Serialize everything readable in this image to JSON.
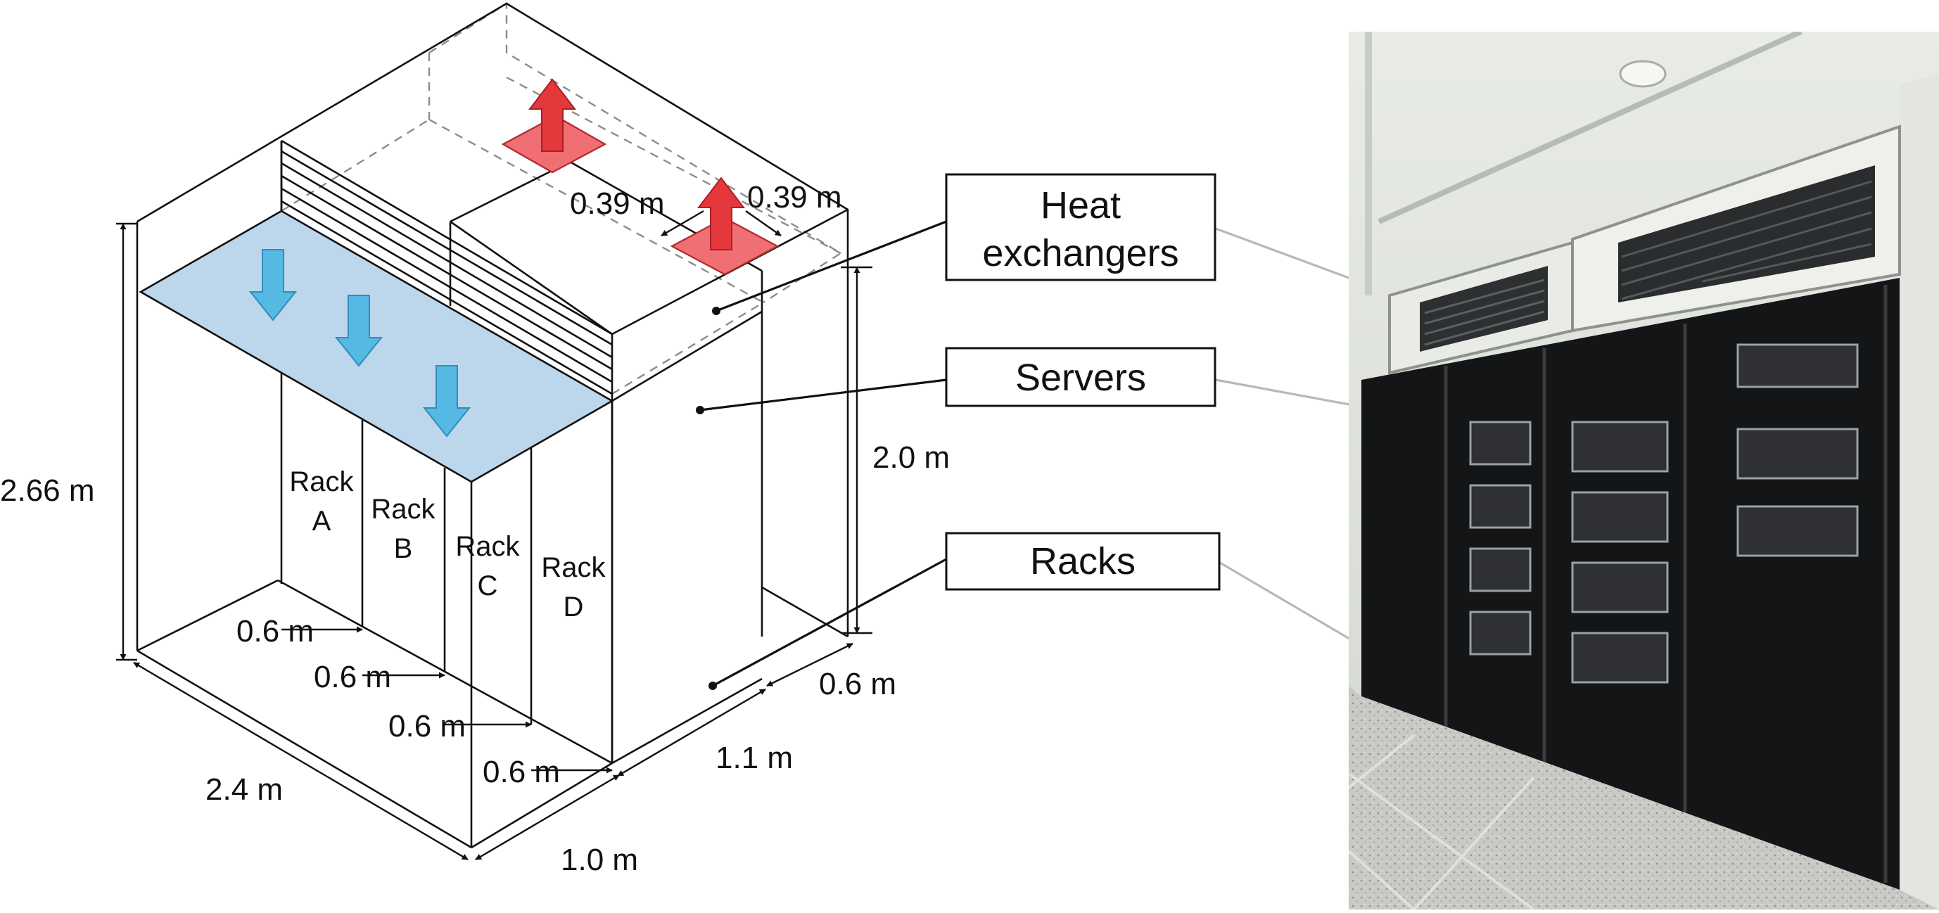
{
  "dimensions": {
    "total_height": "2.66 m",
    "rack_height": "2.0 m",
    "width_total": "2.4 m",
    "rack_width_a": "0.6 m",
    "rack_width_b": "0.6 m",
    "rack_width_c": "0.6 m",
    "rack_width_d": "0.6 m",
    "depth_total": "1.0 m",
    "depth_rack": "1.1 m",
    "depth_side": "0.6 m",
    "outlet_size_1": "0.39 m",
    "outlet_size_2": "0.39 m"
  },
  "racks": [
    {
      "line1": "Rack",
      "line2": "A"
    },
    {
      "line1": "Rack",
      "line2": "B"
    },
    {
      "line1": "Rack",
      "line2": "C"
    },
    {
      "line1": "Rack",
      "line2": "D"
    }
  ],
  "callouts": {
    "heat_exchangers_line1": "Heat",
    "heat_exchangers_line2": "exchangers",
    "servers": "Servers",
    "racks": "Racks"
  },
  "colors": {
    "cold_panel": "#bcd6ec",
    "cold_arrow": "#55b9e4",
    "hot_outlet": "#ef6f73",
    "hot_arrow": "#e5383d"
  },
  "icons": {
    "cold_air_flow": "down-arrow-icon",
    "hot_air_flow": "up-arrow-icon"
  }
}
